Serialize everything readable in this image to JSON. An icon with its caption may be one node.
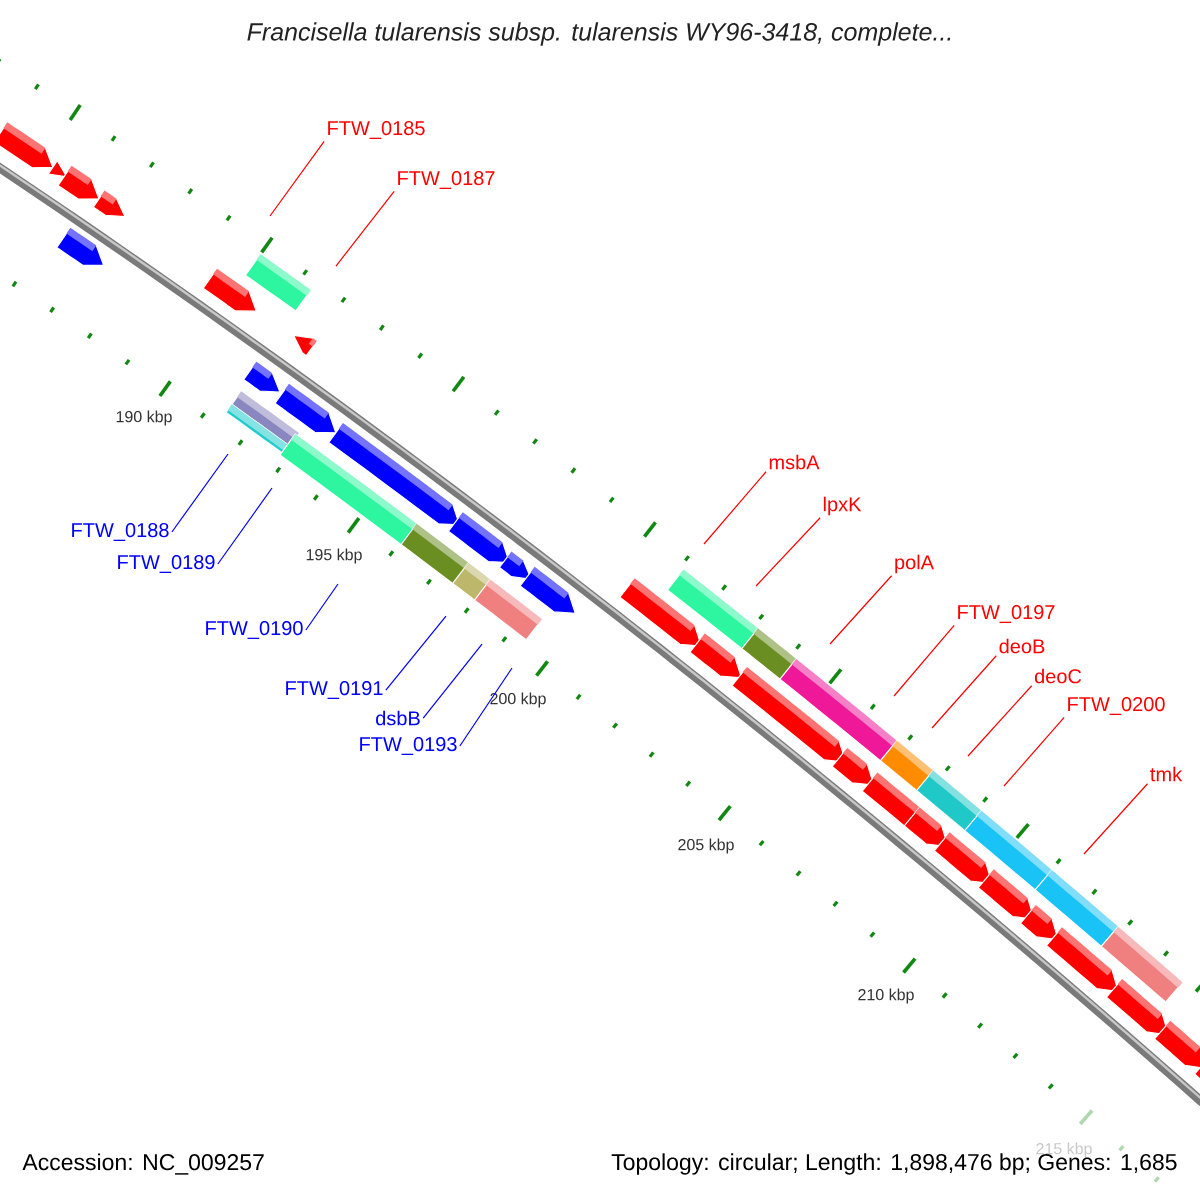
{
  "diagram": {
    "title": "Francisella tularensis subsp. tularensis WY96-3418, complete...",
    "nodes": [
      {
        "text": [
          "FTW_0185"
        ]
      },
      {
        "text": [
          "FTW_0187"
        ]
      },
      {
        "text": [
          "FTW_0188"
        ]
      },
      {
        "text": [
          "FTW_0189"
        ]
      },
      {
        "text": [
          "FTW_0190"
        ]
      },
      {
        "text": [
          "FTW_0191"
        ]
      },
      {
        "text": [
          "dsbB"
        ]
      },
      {
        "text": [
          "FTW_0193"
        ]
      },
      {
        "text": [
          "msbA"
        ]
      },
      {
        "text": [
          "lpxK"
        ]
      },
      {
        "text": [
          "polA"
        ]
      },
      {
        "text": [
          "FTW_0197"
        ]
      },
      {
        "text": [
          "deoB"
        ]
      },
      {
        "text": [
          "deoC"
        ]
      },
      {
        "text": [
          "FTW_0200"
        ]
      },
      {
        "text": [
          "tmk"
        ]
      }
    ],
    "edges": [
      {
        "from": 0,
        "to": null,
        "arrow": "none"
      },
      {
        "from": 1,
        "to": null,
        "arrow": "none"
      },
      {
        "from": 2,
        "to": null,
        "arrow": "none",
        "color": "#0000ff"
      },
      {
        "from": 3,
        "to": null,
        "arrow": "none",
        "color": "#0000ff"
      },
      {
        "from": 4,
        "to": null,
        "arrow": "none",
        "color": "#0000ff"
      },
      {
        "from": 5,
        "to": null,
        "arrow": "none",
        "color": "#0000ff"
      },
      {
        "from": 6,
        "to": null,
        "arrow": "none",
        "color": "#0000ff"
      },
      {
        "from": 7,
        "to": null,
        "arrow": "none",
        "color": "#0000ff"
      },
      {
        "from": 8,
        "to": null,
        "arrow": "none"
      },
      {
        "from": 9,
        "to": null,
        "arrow": "none"
      },
      {
        "from": 10,
        "to": null,
        "arrow": "none"
      },
      {
        "from": 11,
        "to": null,
        "arrow": "none"
      },
      {
        "from": 12,
        "to": null,
        "arrow": "none"
      },
      {
        "from": 13,
        "to": null,
        "arrow": "none"
      },
      {
        "from": 14,
        "to": null,
        "arrow": "none"
      },
      {
        "from": 15,
        "to": null,
        "arrow": "none"
      }
    ],
    "labels": [
      "190 kbp",
      "195 kbp",
      "200 kbp",
      "205 kbp",
      "210 kbp",
      "215 kbp",
      "Accession: NC_009257",
      "Topology: circular; Length: 1,898,476 bp; Genes: 1,685"
    ]
  }
}
